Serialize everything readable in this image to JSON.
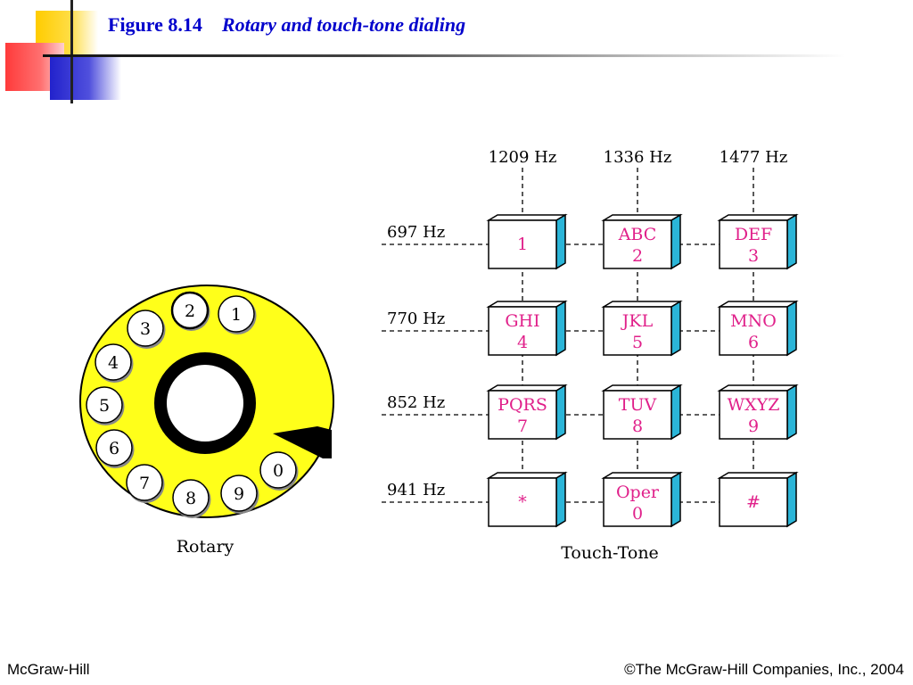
{
  "slide": {
    "figure_number": "Figure 8.14",
    "figure_title": "Rotary and touch-tone dialing"
  },
  "rotary": {
    "label": "Rotary",
    "digits": [
      "1",
      "2",
      "3",
      "4",
      "5",
      "6",
      "7",
      "8",
      "9",
      "0"
    ],
    "dial_color": "#ffff1a"
  },
  "touchtone": {
    "label": "Touch-Tone",
    "column_freqs": [
      "1209 Hz",
      "1336 Hz",
      "1477 Hz"
    ],
    "row_freqs": [
      "697 Hz",
      "770 Hz",
      "852 Hz",
      "941 Hz"
    ],
    "keys": [
      [
        [
          "1"
        ],
        [
          "ABC",
          "2"
        ],
        [
          "DEF",
          "3"
        ]
      ],
      [
        [
          "GHI",
          "4"
        ],
        [
          "JKL",
          "5"
        ],
        [
          "MNO",
          "6"
        ]
      ],
      [
        [
          "PQRS",
          "7"
        ],
        [
          "TUV",
          "8"
        ],
        [
          "WXYZ",
          "9"
        ]
      ],
      [
        [
          "*"
        ],
        [
          "Oper",
          "0"
        ],
        [
          "#"
        ]
      ]
    ],
    "key_text_color": "#e0208a",
    "key_side_color": "#2bb5d8"
  },
  "footer": {
    "left": "McGraw-Hill",
    "right": "©The McGraw-Hill Companies, Inc., 2004"
  }
}
